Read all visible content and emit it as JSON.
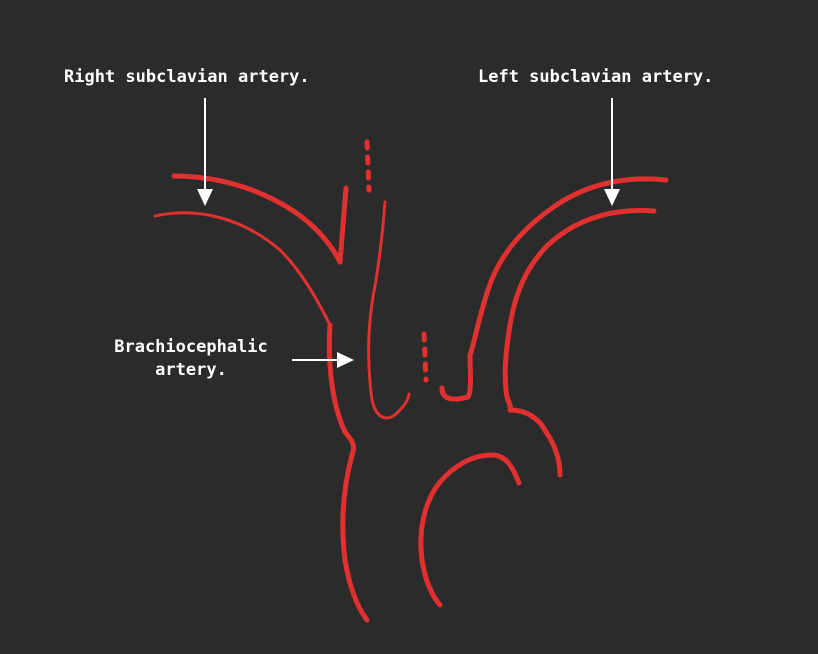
{
  "labels": {
    "right_subclavian": "Right subclavian artery.",
    "left_subclavian": "Left subclavian artery.",
    "brachiocephalic_line1": "Brachiocephalic",
    "brachiocephalic_line2": "artery."
  },
  "colors": {
    "background": "#2b2b2b",
    "vessel": "#e03030",
    "text": "#ffffff"
  }
}
